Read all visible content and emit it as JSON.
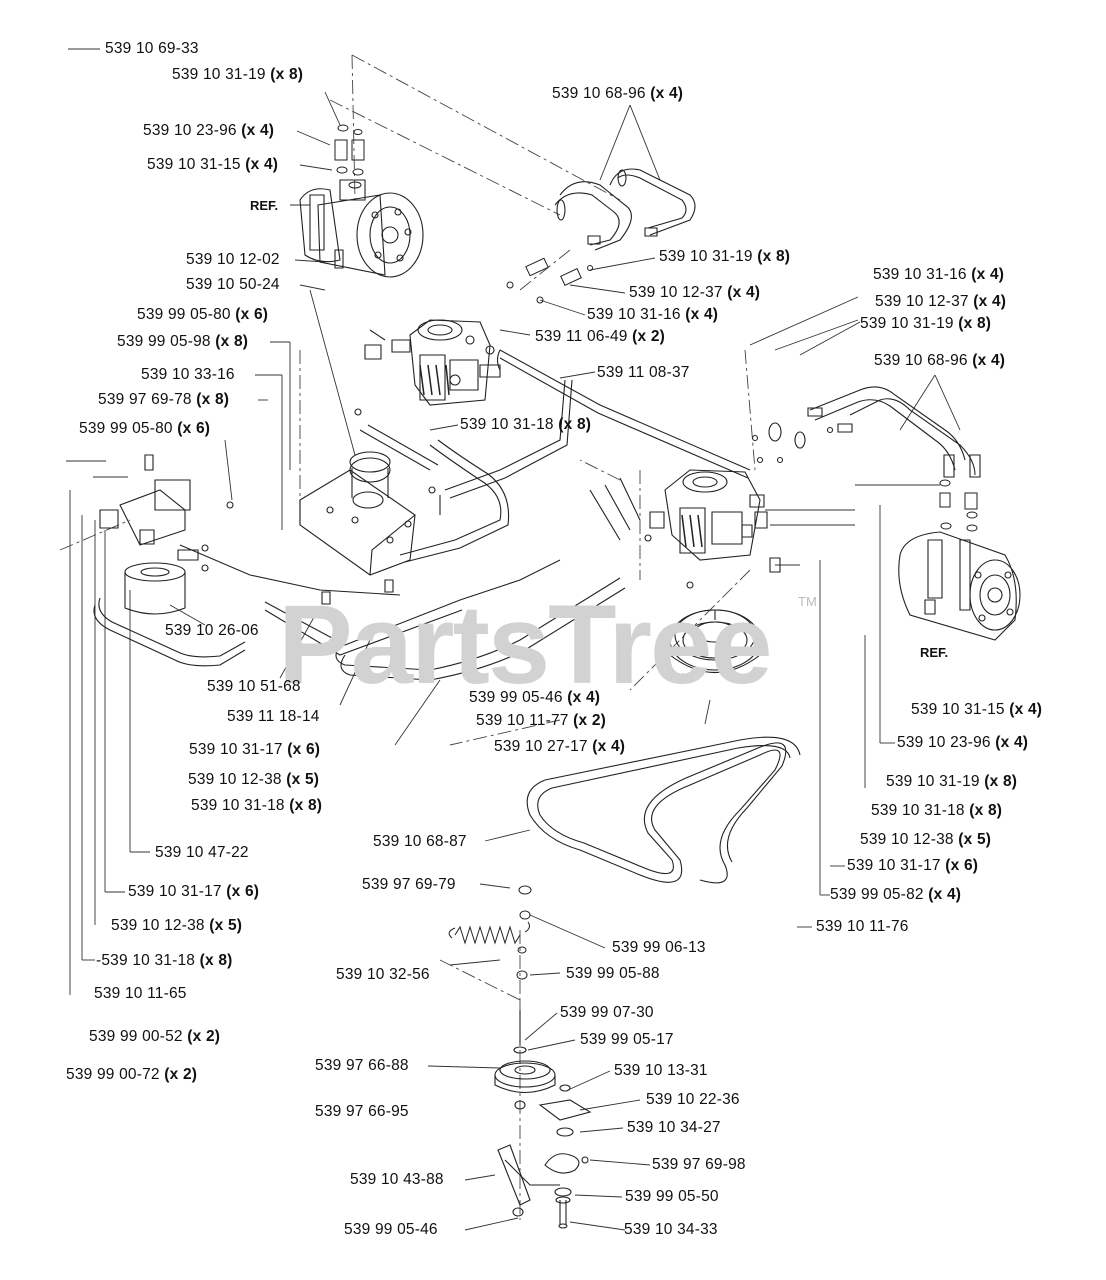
{
  "watermark": {
    "text": "PartsTree",
    "tm": "TM"
  },
  "ref_labels": [
    "REF.",
    "REF."
  ],
  "labels": [
    {
      "part": "539 10 69-33",
      "qty": ""
    },
    {
      "part": "539 10 31-19",
      "qty": "(x 8)"
    },
    {
      "part": "539 10 23-96",
      "qty": "(x 4)"
    },
    {
      "part": "539 10 31-15",
      "qty": "(x 4)"
    },
    {
      "part": "539 10 68-96",
      "qty": "(x 4)"
    },
    {
      "part": "539 10 12-02",
      "qty": ""
    },
    {
      "part": "539 10 50-24",
      "qty": ""
    },
    {
      "part": "539 99 05-80",
      "qty": "(x 6)"
    },
    {
      "part": "539 99 05-98",
      "qty": "(x 8)"
    },
    {
      "part": "539 10 33-16",
      "qty": ""
    },
    {
      "part": "539 97 69-78",
      "qty": "(x 8)"
    },
    {
      "part": "539 99 05-80",
      "qty": "(x 6)"
    },
    {
      "part": "539 10 31-19",
      "qty": "(x 8)"
    },
    {
      "part": "539 10 12-37",
      "qty": "(x 4)"
    },
    {
      "part": "539 10 31-16",
      "qty": "(x 4)"
    },
    {
      "part": "539 11 06-49",
      "qty": "(x 2)"
    },
    {
      "part": "539 11 08-37",
      "qty": ""
    },
    {
      "part": "539 10 31-18",
      "qty": "(x 8)"
    },
    {
      "part": "539 10 31-16",
      "qty": "(x 4)"
    },
    {
      "part": "539 10 12-37",
      "qty": "(x 4)"
    },
    {
      "part": "539 10 31-19",
      "qty": "(x 8)"
    },
    {
      "part": "539 10 68-96",
      "qty": "(x 4)"
    },
    {
      "part": "539 10 26-06",
      "qty": ""
    },
    {
      "part": "539 10 51-68",
      "qty": ""
    },
    {
      "part": "539 11 18-14",
      "qty": ""
    },
    {
      "part": "539 99 05-46",
      "qty": "(x 4)"
    },
    {
      "part": "539 10 11-77",
      "qty": "(x 2)"
    },
    {
      "part": "539 10 27-17",
      "qty": "(x 4)"
    },
    {
      "part": "539 10 31-17",
      "qty": "(x 6)"
    },
    {
      "part": "539 10 12-38",
      "qty": "(x 5)"
    },
    {
      "part": "539 10 31-18",
      "qty": "(x 8)"
    },
    {
      "part": "539 10 31-15",
      "qty": "(x 4)"
    },
    {
      "part": "539 10 23-96",
      "qty": "(x 4)"
    },
    {
      "part": "539 10 31-19",
      "qty": "(x 8)"
    },
    {
      "part": "539 10 31-18",
      "qty": "(x 8)"
    },
    {
      "part": "539 10 12-38",
      "qty": "(x 5)"
    },
    {
      "part": "539 10 31-17",
      "qty": "(x 6)"
    },
    {
      "part": "539 99 05-82",
      "qty": "(x 4)"
    },
    {
      "part": "539 10 11-76",
      "qty": ""
    },
    {
      "part": "539 10 68-87",
      "qty": ""
    },
    {
      "part": "539 10 47-22",
      "qty": ""
    },
    {
      "part": "539 10 31-17",
      "qty": "(x 6)"
    },
    {
      "part": "539 10 12-38",
      "qty": "(x 5)"
    },
    {
      "part": "-539 10 31-18",
      "qty": "(x 8)"
    },
    {
      "part": "539 10 11-65",
      "qty": ""
    },
    {
      "part": "539 99 00-52",
      "qty": "(x 2)"
    },
    {
      "part": "539 99 00-72",
      "qty": "(x 2)"
    },
    {
      "part": "539 97 69-79",
      "qty": ""
    },
    {
      "part": "539 99 06-13",
      "qty": ""
    },
    {
      "part": "539 10 32-56",
      "qty": ""
    },
    {
      "part": "539 99 05-88",
      "qty": ""
    },
    {
      "part": "539 99 07-30",
      "qty": ""
    },
    {
      "part": "539 99 05-17",
      "qty": ""
    },
    {
      "part": "539 97 66-88",
      "qty": ""
    },
    {
      "part": "539 10 13-31",
      "qty": ""
    },
    {
      "part": "539 97 66-95",
      "qty": ""
    },
    {
      "part": "539 10 22-36",
      "qty": ""
    },
    {
      "part": "539 10 34-27",
      "qty": ""
    },
    {
      "part": "539 97 69-98",
      "qty": ""
    },
    {
      "part": "539 10 43-88",
      "qty": ""
    },
    {
      "part": "539 99 05-50",
      "qty": ""
    },
    {
      "part": "539 99 05-46",
      "qty": ""
    },
    {
      "part": "539 10 34-33",
      "qty": ""
    }
  ]
}
